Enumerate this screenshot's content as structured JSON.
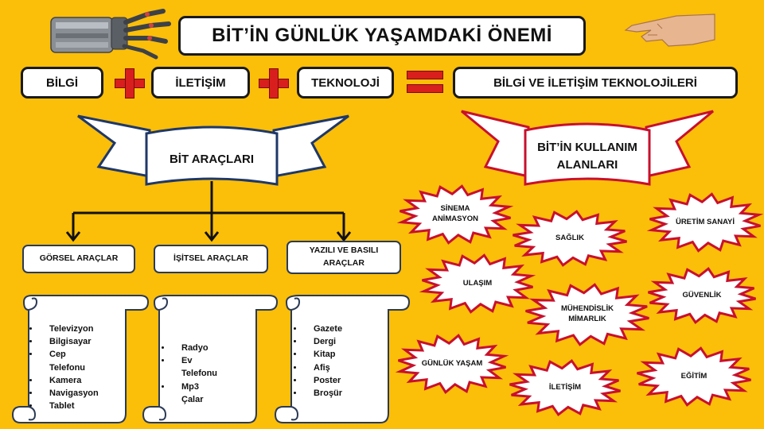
{
  "title": "BİT’İN GÜNLÜK YAŞAMDAKİ ÖNEMİ",
  "equation": {
    "terms": [
      "BİLGİ",
      "İLETİŞİM",
      "TEKNOLOJİ"
    ],
    "result": "BİLGİ VE İLETİŞİM TEKNOLOJİLERİ"
  },
  "tools": {
    "heading": "BİT ARAÇLARI",
    "categories": [
      {
        "name": "GÖRSEL ARAÇLAR",
        "items": [
          "Televizyon",
          "Bilgisayar",
          "Cep Telefonu",
          "Kamera",
          "Navigasyon",
          "Tablet"
        ]
      },
      {
        "name": "İŞİTSEL  ARAÇLAR",
        "items": [
          "Radyo",
          "Ev Telefonu",
          "Mp3 Çalar"
        ]
      },
      {
        "name": "YAZILI VE BASILI ARAÇLAR",
        "items": [
          "Gazete",
          "Dergi",
          "Kitap",
          "Afiş",
          "Poster",
          "Broşür"
        ]
      }
    ]
  },
  "usage": {
    "heading": "BİT’İN KULLANIM ALANLARI",
    "areas": [
      "SİNEMA ANİMASYON",
      "SAĞLIK",
      "ÜRETİM SANAYİ",
      "ULAŞIM",
      "GÜVENLİK",
      "MÜHENDİSLİK MİMARLIK",
      "GÜNLÜK YAŞAM",
      "İLETİŞİM",
      "EĞİTİM"
    ]
  },
  "colors": {
    "background": "#FBBE09",
    "accent_red": "#D91E1E",
    "navy": "#1f3868",
    "banner_red_border": "#C8102E"
  },
  "images": [
    "robot-hand",
    "human-hand"
  ]
}
